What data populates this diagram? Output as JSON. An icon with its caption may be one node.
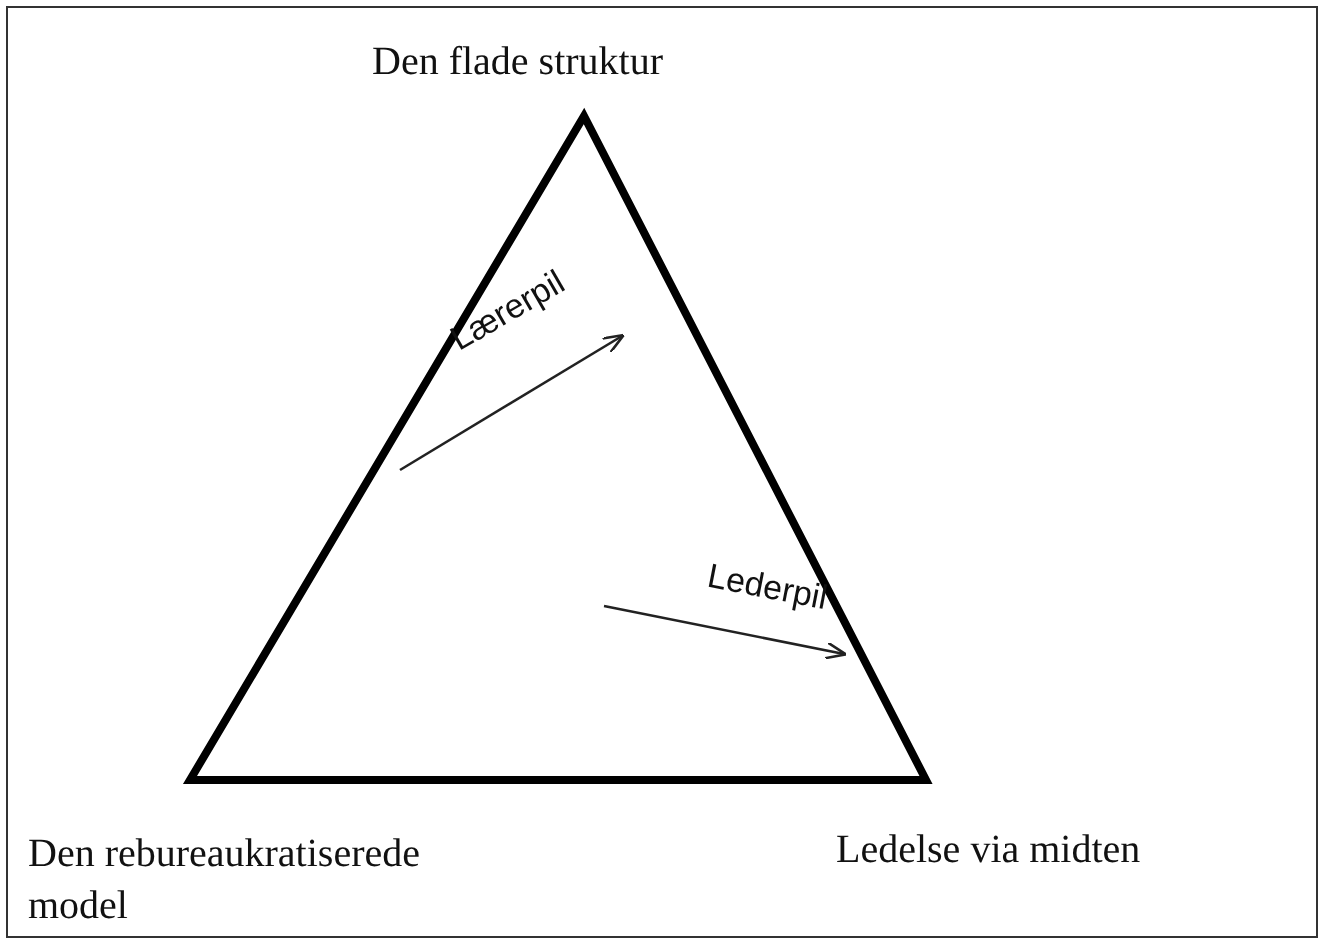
{
  "diagram": {
    "labels": [
      "Den flade struktur",
      "Lærerpil",
      "Lederpil",
      "Den rebureaukratiserede model",
      "Ledelse via midten"
    ]
  }
}
